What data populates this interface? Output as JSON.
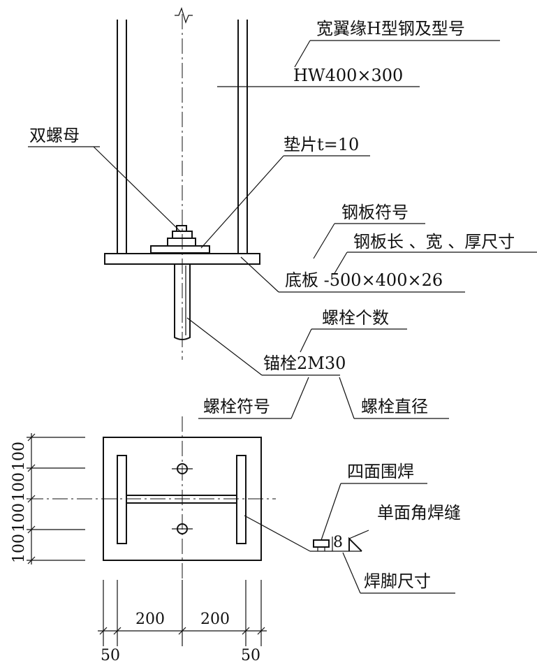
{
  "labels": {
    "h_steel_title": "宽翼缘H型钢及型号",
    "h_steel_spec": "HW400×300",
    "double_nut": "双螺母",
    "washer": "垫片t=10",
    "plate_symbol": "钢板符号",
    "plate_dims_desc": "钢板长 、宽 、厚尺寸",
    "base_plate_spec": "底板 -500×400×26",
    "bolt_count": "螺栓个数",
    "anchor_bolt_spec": "锚栓2M30",
    "bolt_symbol": "螺栓符号",
    "bolt_diameter": "螺栓直径",
    "all_around_weld": "四面围焊",
    "fillet_weld": "单面角焊缝",
    "weld_size_value": "8",
    "weld_leg_size": "焊脚尺寸"
  },
  "dimensions": {
    "left_stack": [
      "100",
      "100",
      "100",
      "100"
    ],
    "bottom_inner": [
      "200",
      "200"
    ],
    "bottom_outer": [
      "50",
      "50"
    ]
  }
}
